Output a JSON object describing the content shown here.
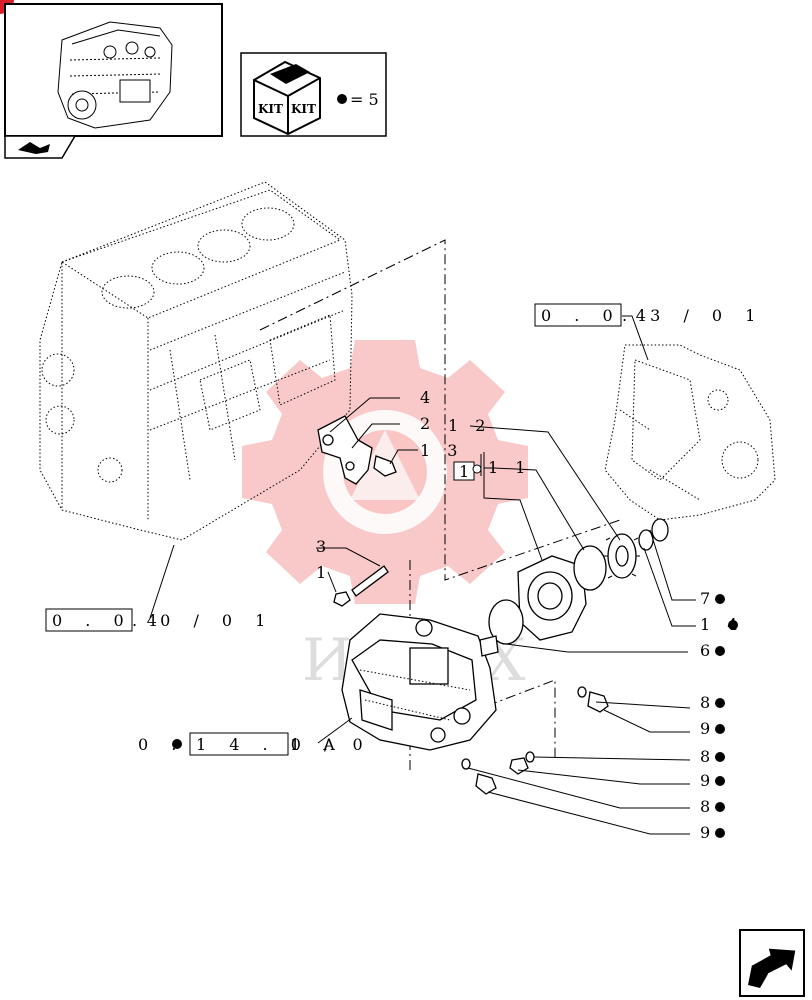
{
  "kit": {
    "badge_text_1": "KIT",
    "badge_text_2": "KIT",
    "equals_text": "= 5"
  },
  "references": {
    "ref_top_right": "0 . 0 4",
    "ref_top_right_suffix": ". 3 / 0 1",
    "ref_left": "0 . 0 4",
    "ref_left_suffix": ". 0 / 0 1",
    "ref_bottom_prefix": "0 .",
    "ref_bottom": "1 4 . 0 / 0",
    "ref_bottom_suffix": "1 A"
  },
  "callouts": [
    {
      "id": "4",
      "text": "4"
    },
    {
      "id": "2",
      "text": "2"
    },
    {
      "id": "13",
      "text": "1 3"
    },
    {
      "id": "12",
      "text": "1 2"
    },
    {
      "id": "11",
      "text": "1 1"
    },
    {
      "id": "10",
      "text": "1"
    },
    {
      "id": "3",
      "text": "3"
    },
    {
      "id": "1",
      "text": "1"
    },
    {
      "id": "7",
      "text": "7"
    },
    {
      "id": "14",
      "text": "1 4"
    },
    {
      "id": "6",
      "text": "6"
    },
    {
      "id": "8a",
      "text": "8"
    },
    {
      "id": "9a",
      "text": "9"
    },
    {
      "id": "8b",
      "text": "8"
    },
    {
      "id": "9b",
      "text": "9"
    },
    {
      "id": "8c",
      "text": "8"
    },
    {
      "id": "9c",
      "text": "9"
    }
  ],
  "watermark": {
    "text": "ИНТЕХ"
  },
  "colors": {
    "watermark": "#f07a7a",
    "ink": "#000000",
    "badge": "#d8202a"
  },
  "icons": [
    "engine-thumbnail-icon",
    "kit-box-icon",
    "kit-dot-icon",
    "page-arrow-icon",
    "next-page-arrow-icon"
  ]
}
